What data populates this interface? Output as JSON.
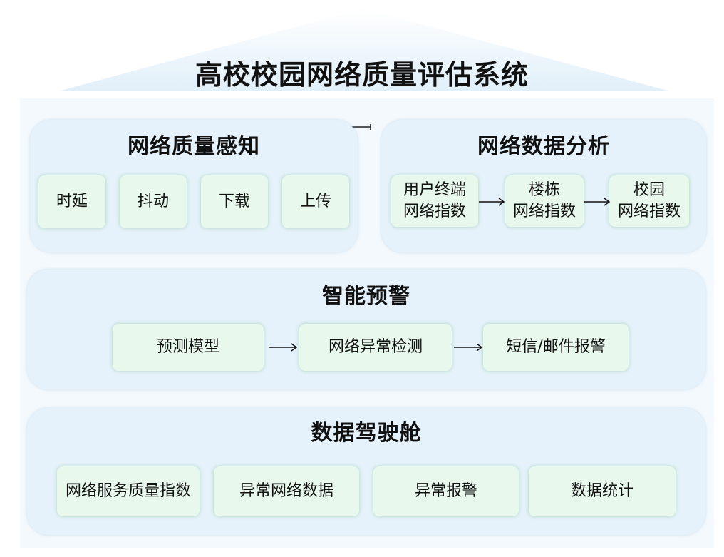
{
  "title": "高校校园网络质量评估系统",
  "sections": {
    "perception": {
      "title": "网络质量感知",
      "items": [
        "时延",
        "抖动",
        "下载",
        "上传"
      ]
    },
    "analysis": {
      "title": "网络数据分析",
      "items": [
        {
          "line1": "用户终端",
          "line2": "网络指数"
        },
        {
          "line1": "楼栋",
          "line2": "网络指数"
        },
        {
          "line1": "校园",
          "line2": "网络指数"
        }
      ]
    },
    "warning": {
      "title": "智能预警",
      "items": [
        "预测模型",
        "网络异常检测",
        "短信/邮件报警"
      ]
    },
    "cockpit": {
      "title": "数据驾驶舱",
      "items": [
        "网络服务质量指数",
        "异常网络数据",
        "异常报警",
        "数据统计"
      ]
    }
  },
  "colors": {
    "panel": "#e6f2fb",
    "box": "#e8f8ec",
    "roof": "#e4f1fa"
  }
}
